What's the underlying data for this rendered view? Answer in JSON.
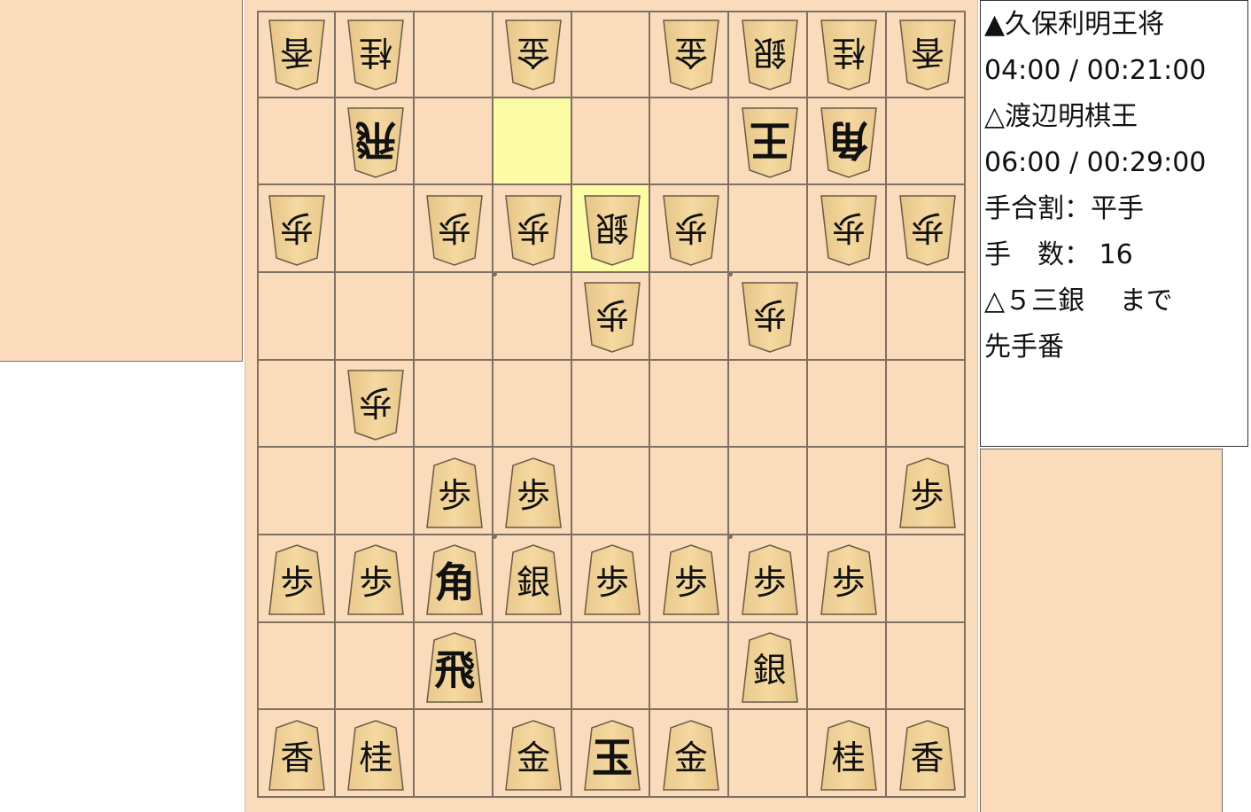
{
  "info": {
    "sente_player": "▲久保利明王将",
    "sente_time": "04:00 / 00:21:00",
    "gote_player": "△渡辺明棋王",
    "gote_time": "06:00 / 00:29:00",
    "handicap": "手合割：平手",
    "move_count": "手　数： 16",
    "last_move": "△５三銀　 まで",
    "turn": "先手番"
  },
  "board": {
    "highlight_squares": [
      [
        1,
        3
      ],
      [
        2,
        4
      ]
    ],
    "pieces": [
      {
        "row": 0,
        "col": 0,
        "glyph": "香",
        "side": "gote"
      },
      {
        "row": 0,
        "col": 1,
        "glyph": "桂",
        "side": "gote"
      },
      {
        "row": 0,
        "col": 3,
        "glyph": "金",
        "side": "gote"
      },
      {
        "row": 0,
        "col": 5,
        "glyph": "金",
        "side": "gote"
      },
      {
        "row": 0,
        "col": 6,
        "glyph": "銀",
        "side": "gote"
      },
      {
        "row": 0,
        "col": 7,
        "glyph": "桂",
        "side": "gote"
      },
      {
        "row": 0,
        "col": 8,
        "glyph": "香",
        "side": "gote"
      },
      {
        "row": 1,
        "col": 1,
        "glyph": "飛",
        "side": "gote",
        "big": true
      },
      {
        "row": 1,
        "col": 6,
        "glyph": "王",
        "side": "gote",
        "big": true
      },
      {
        "row": 1,
        "col": 7,
        "glyph": "角",
        "side": "gote",
        "big": true
      },
      {
        "row": 2,
        "col": 0,
        "glyph": "歩",
        "side": "gote"
      },
      {
        "row": 2,
        "col": 2,
        "glyph": "歩",
        "side": "gote"
      },
      {
        "row": 2,
        "col": 3,
        "glyph": "歩",
        "side": "gote"
      },
      {
        "row": 2,
        "col": 4,
        "glyph": "銀",
        "side": "gote"
      },
      {
        "row": 2,
        "col": 5,
        "glyph": "歩",
        "side": "gote"
      },
      {
        "row": 2,
        "col": 7,
        "glyph": "歩",
        "side": "gote"
      },
      {
        "row": 2,
        "col": 8,
        "glyph": "歩",
        "side": "gote"
      },
      {
        "row": 3,
        "col": 4,
        "glyph": "歩",
        "side": "gote"
      },
      {
        "row": 3,
        "col": 6,
        "glyph": "歩",
        "side": "gote"
      },
      {
        "row": 4,
        "col": 1,
        "glyph": "歩",
        "side": "gote"
      },
      {
        "row": 5,
        "col": 2,
        "glyph": "歩",
        "side": "sente"
      },
      {
        "row": 5,
        "col": 3,
        "glyph": "歩",
        "side": "sente"
      },
      {
        "row": 5,
        "col": 8,
        "glyph": "歩",
        "side": "sente"
      },
      {
        "row": 6,
        "col": 0,
        "glyph": "歩",
        "side": "sente"
      },
      {
        "row": 6,
        "col": 1,
        "glyph": "歩",
        "side": "sente"
      },
      {
        "row": 6,
        "col": 2,
        "glyph": "角",
        "side": "sente",
        "big": true
      },
      {
        "row": 6,
        "col": 3,
        "glyph": "銀",
        "side": "sente"
      },
      {
        "row": 6,
        "col": 4,
        "glyph": "歩",
        "side": "sente"
      },
      {
        "row": 6,
        "col": 5,
        "glyph": "歩",
        "side": "sente"
      },
      {
        "row": 6,
        "col": 6,
        "glyph": "歩",
        "side": "sente"
      },
      {
        "row": 6,
        "col": 7,
        "glyph": "歩",
        "side": "sente"
      },
      {
        "row": 7,
        "col": 2,
        "glyph": "飛",
        "side": "sente",
        "big": true
      },
      {
        "row": 7,
        "col": 6,
        "glyph": "銀",
        "side": "sente"
      },
      {
        "row": 8,
        "col": 0,
        "glyph": "香",
        "side": "sente"
      },
      {
        "row": 8,
        "col": 1,
        "glyph": "桂",
        "side": "sente"
      },
      {
        "row": 8,
        "col": 3,
        "glyph": "金",
        "side": "sente"
      },
      {
        "row": 8,
        "col": 4,
        "glyph": "玉",
        "side": "sente",
        "big": true
      },
      {
        "row": 8,
        "col": 5,
        "glyph": "金",
        "side": "sente"
      },
      {
        "row": 8,
        "col": 7,
        "glyph": "桂",
        "side": "sente"
      },
      {
        "row": 8,
        "col": 8,
        "glyph": "香",
        "side": "sente"
      }
    ]
  },
  "colors": {
    "board": "#fadcbd",
    "highlight": "#fdfca6",
    "grid": "#807060",
    "piece_face": "#f5d9a0",
    "piece_edge": "#6b5a45"
  }
}
